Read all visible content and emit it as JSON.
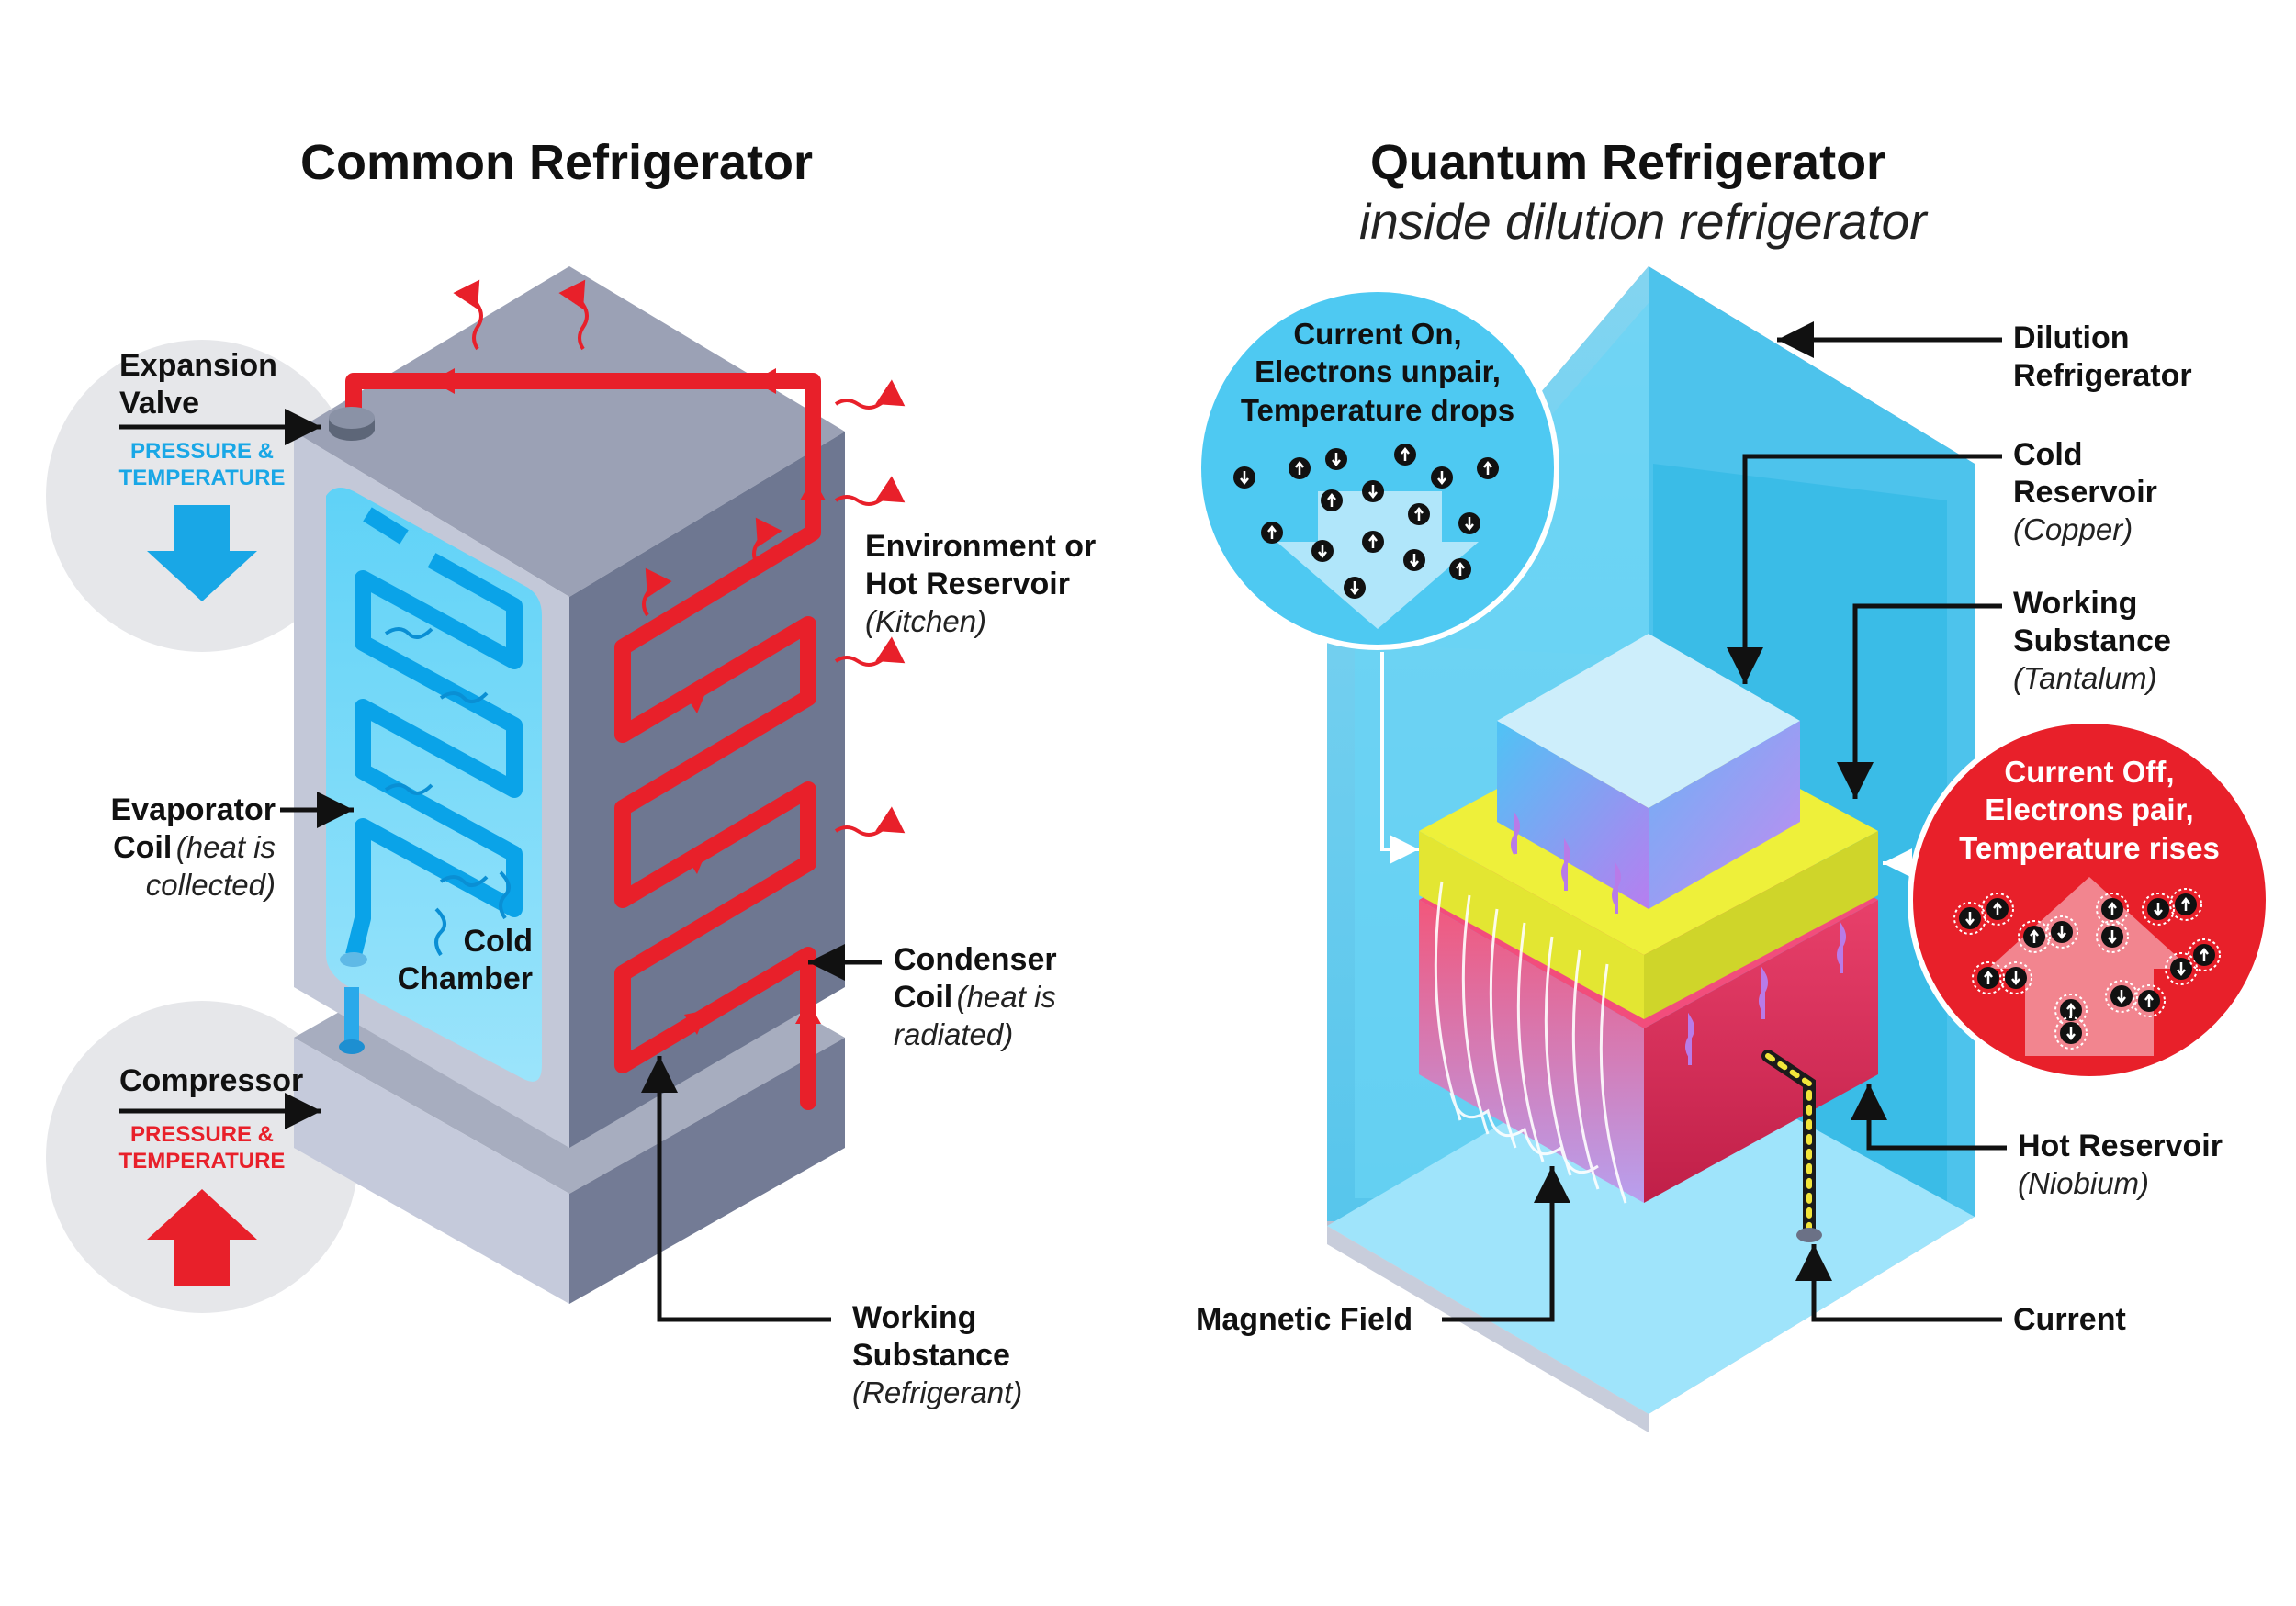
{
  "left": {
    "title": "Common Refrigerator",
    "expansion_valve": {
      "line1": "Expansion",
      "line2": "Valve",
      "sub1": "PRESSURE &",
      "sub2": "TEMPERATURE"
    },
    "compressor": {
      "label": "Compressor",
      "sub1": "PRESSURE &",
      "sub2": "TEMPERATURE"
    },
    "evaporator": {
      "line1": "Evaporator",
      "line2_bold": "Coil",
      "line2_it": "(heat is",
      "line3_it": "collected)"
    },
    "cold_chamber": {
      "line1": "Cold",
      "line2": "Chamber"
    },
    "environment": {
      "line1": "Environment or",
      "line2": "Hot Reservoir",
      "line3": "(Kitchen)"
    },
    "condenser": {
      "line1": "Condenser",
      "line2_bold": "Coil",
      "line2_it": "(heat is",
      "line3_it": "radiated)"
    },
    "working_substance": {
      "line1": "Working",
      "line2": "Substance",
      "line3": "(Refrigerant)"
    }
  },
  "right": {
    "title": "Quantum Refrigerator",
    "subtitle": "inside dilution refrigerator",
    "bubble_on": {
      "line1": "Current On,",
      "line2": "Electrons unpair,",
      "line3": "Temperature drops"
    },
    "bubble_off": {
      "line1": "Current Off,",
      "line2": "Electrons pair,",
      "line3": "Temperature rises"
    },
    "dilution": {
      "line1": "Dilution",
      "line2": "Refrigerator"
    },
    "cold_reservoir": {
      "line1": "Cold",
      "line2": "Reservoir",
      "line3": "(Copper)"
    },
    "working_substance": {
      "line1": "Working",
      "line2": "Substance",
      "line3": "(Tantalum)"
    },
    "hot_reservoir": {
      "line1": "Hot Reservoir",
      "line2": "(Niobium)"
    },
    "magnetic_field": "Magnetic Field",
    "current": "Current"
  },
  "colors": {
    "red": "#e8202a",
    "blue": "#19a7e6",
    "cyan": "#4ec9f2",
    "yellow": "#e6e836",
    "pink": "#f04d7d",
    "gray_top": "#9aa1b4",
    "gray_side": "#6e7791",
    "gray_front": "#c3c8d8"
  }
}
